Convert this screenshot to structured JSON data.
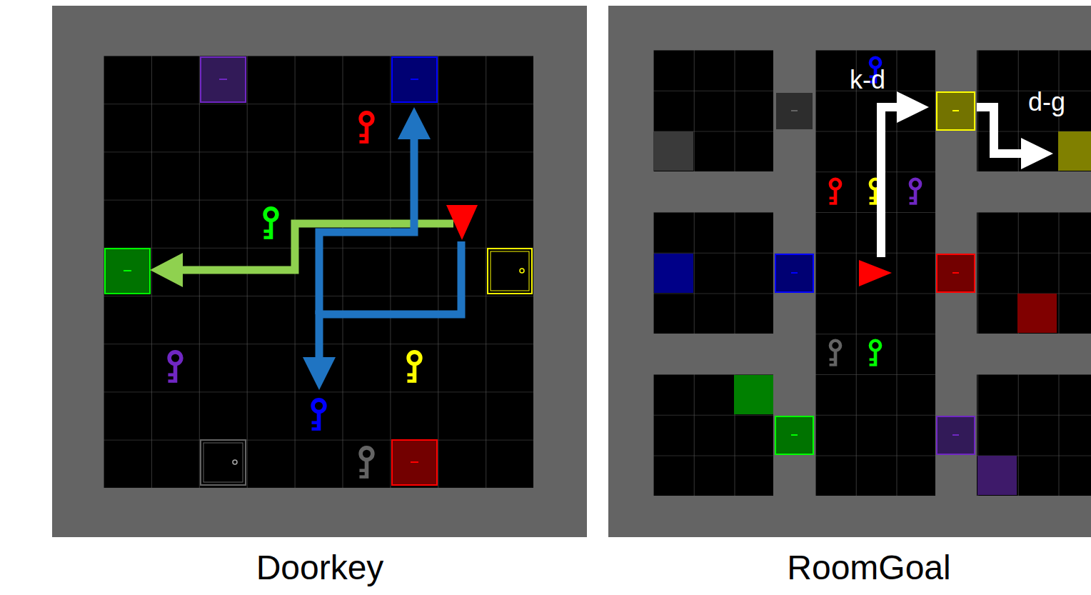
{
  "diagram": {
    "labels": [
      "k-d",
      "d-g",
      "Doorkey",
      "RoomGoal"
    ]
  }
}
